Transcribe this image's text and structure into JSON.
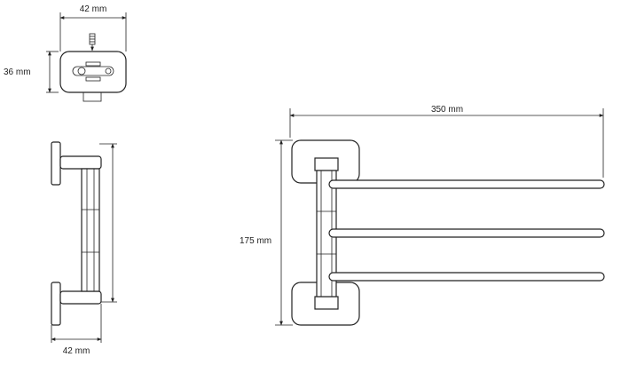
{
  "dimensions": {
    "top_width": "42 mm",
    "top_height": "36 mm",
    "side_base": "42 mm",
    "front_width": "350 mm",
    "front_height": "175 mm"
  },
  "colors": {
    "stroke": "#222222",
    "background": "#ffffff"
  }
}
